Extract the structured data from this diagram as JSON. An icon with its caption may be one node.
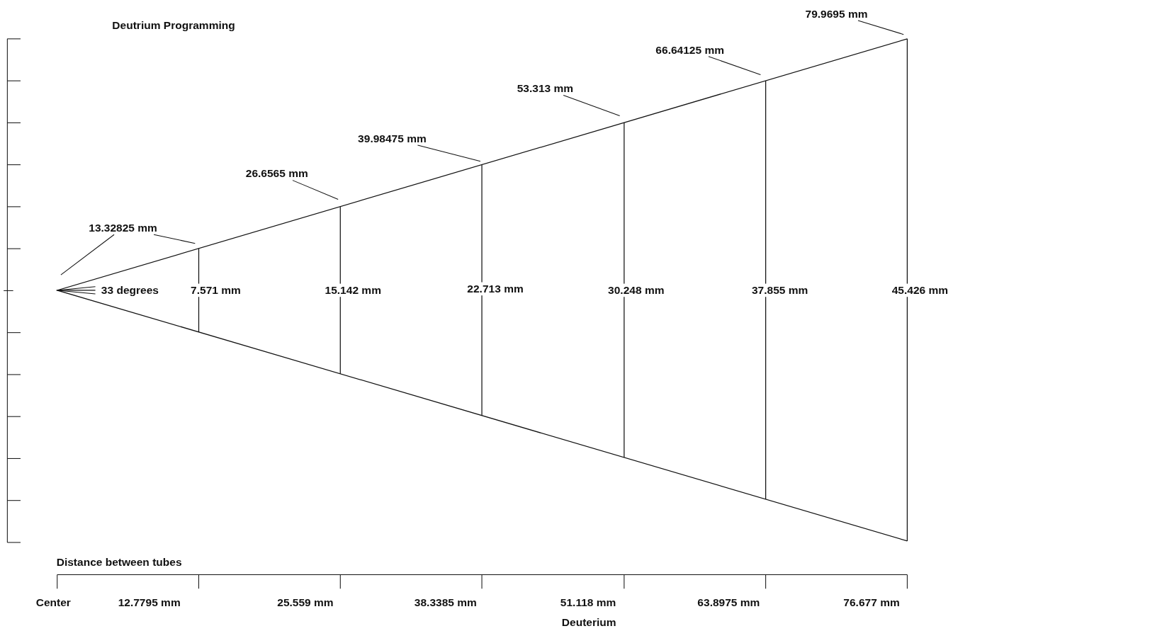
{
  "diagram": {
    "title": "Deutrium Programming",
    "nodes": [
      {
        "text": [
          "13.32825 mm"
        ]
      },
      {
        "text": [
          "26.6565 mm"
        ]
      },
      {
        "text": [
          "39.98475 mm"
        ]
      },
      {
        "text": [
          "53.313 mm"
        ]
      },
      {
        "text": [
          "66.64125 mm"
        ]
      },
      {
        "text": [
          "79.9695 mm"
        ]
      }
    ],
    "edges": [
      {
        "from": 0,
        "to": null,
        "arrow": "none"
      },
      {
        "from": 0,
        "to": null,
        "arrow": "none"
      },
      {
        "from": 1,
        "to": null,
        "arrow": "none"
      },
      {
        "from": 2,
        "to": null,
        "arrow": "none"
      },
      {
        "from": 3,
        "to": null,
        "arrow": "none"
      },
      {
        "from": 4,
        "to": null,
        "arrow": "none"
      },
      {
        "from": 5,
        "to": null,
        "arrow": "none"
      }
    ],
    "labels": [
      "33 degrees",
      "7.571 mm",
      "15.142 mm",
      "22.713 mm",
      "30.248 mm",
      "37.855 mm",
      "45.426 mm",
      "Distance between tubes",
      "Center",
      "12.7795 mm",
      "25.559 mm",
      "38.3385 mm",
      "51.118 mm",
      "63.8975 mm",
      "76.677 mm",
      "Deuterium"
    ]
  }
}
